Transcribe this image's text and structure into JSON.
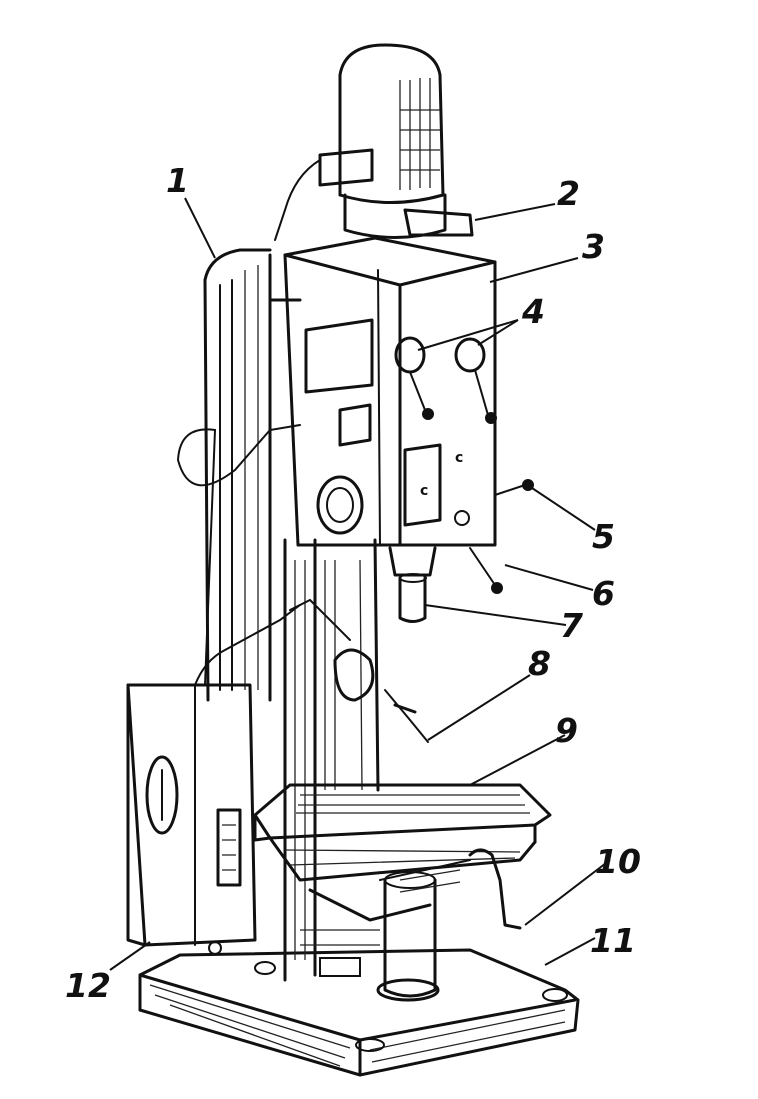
{
  "figure": {
    "subject": "vertical drilling machine",
    "callouts": [
      {
        "number": "1"
      },
      {
        "number": "2"
      },
      {
        "number": "3"
      },
      {
        "number": "4"
      },
      {
        "number": "5"
      },
      {
        "number": "6"
      },
      {
        "number": "7"
      },
      {
        "number": "8"
      },
      {
        "number": "9"
      },
      {
        "number": "10"
      },
      {
        "number": "11"
      },
      {
        "number": "12"
      }
    ]
  }
}
